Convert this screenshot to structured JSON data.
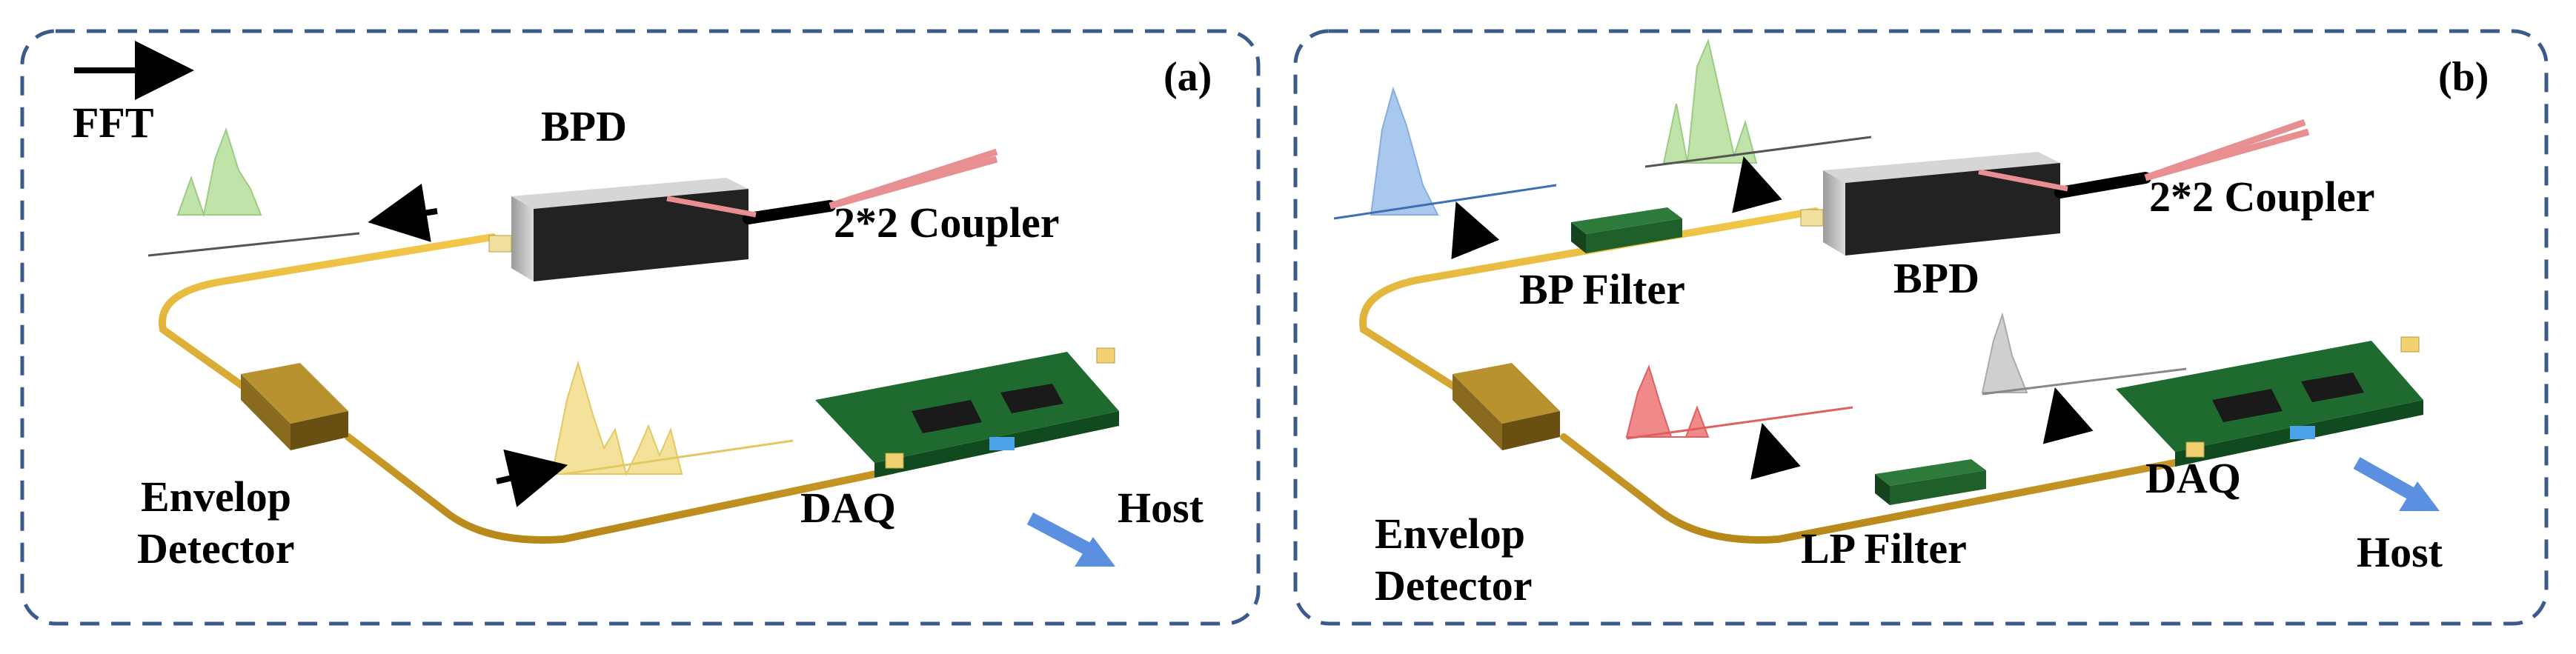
{
  "panel_a": {
    "tag": "(a)",
    "fft_label": "FFT",
    "bpd_label": "BPD",
    "coupler_label": "2*2 Coupler",
    "envelop_label_line1": "Envelop",
    "envelop_label_line2": "Detector",
    "daq_label": "DAQ",
    "host_label": "Host"
  },
  "panel_b": {
    "tag": "(b)",
    "bpd_label": "BPD",
    "coupler_label": "2*2 Coupler",
    "bp_filter_label": "BP Filter",
    "lp_filter_label": "LP Filter",
    "envelop_label_line1": "Envelop",
    "envelop_label_line2": "Detector",
    "daq_label": "DAQ",
    "host_label": "Host"
  },
  "colors": {
    "frame_dash": "#3b5b8c",
    "fiber": "#d8a522",
    "bpd_body": "#222222",
    "bpd_top": "#c8c8c8",
    "coupler_fiber": "#e88f92",
    "envelope_device": "#8a6a1e",
    "daq_board": "#1f6b2f",
    "filter": "#1f5f2a",
    "host_arrow": "#5b8fe0",
    "spectrum_green": "#bfe3a8",
    "spectrum_yellow": "#f5e29a",
    "spectrum_blue": "#a9c8ee",
    "spectrum_red": "#f08a8a",
    "spectrum_gray": "#cfcfcf"
  }
}
